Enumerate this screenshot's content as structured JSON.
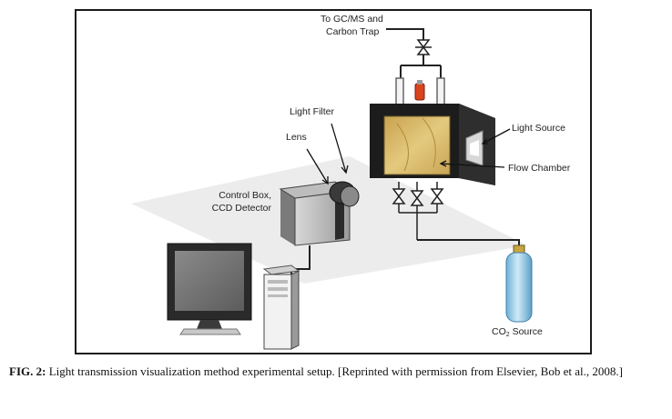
{
  "diagram": {
    "labels": {
      "gcms_line1": "To GC/MS and",
      "gcms_line2": "Carbon Trap",
      "light_filter": "Light Filter",
      "lens": "Lens",
      "light_source": "Light Source",
      "flow_chamber": "Flow Chamber",
      "control_box_line1": "Control Box,",
      "control_box_line2": "CCD Detector",
      "co2_prefix": "CO",
      "co2_sub": "2",
      "co2_suffix": " Source"
    }
  },
  "caption": {
    "label": "FIG. 2:",
    "text": " Light transmission visualization method experimental setup. [Reprinted with permission from Elsevier, Bob et al., 2008.]"
  },
  "colors": {
    "chamber_fill": "#d8b967",
    "cylinder": "#8fc9e8",
    "valve_red": "#d9431e",
    "frame_border": "#1a1a1a"
  }
}
